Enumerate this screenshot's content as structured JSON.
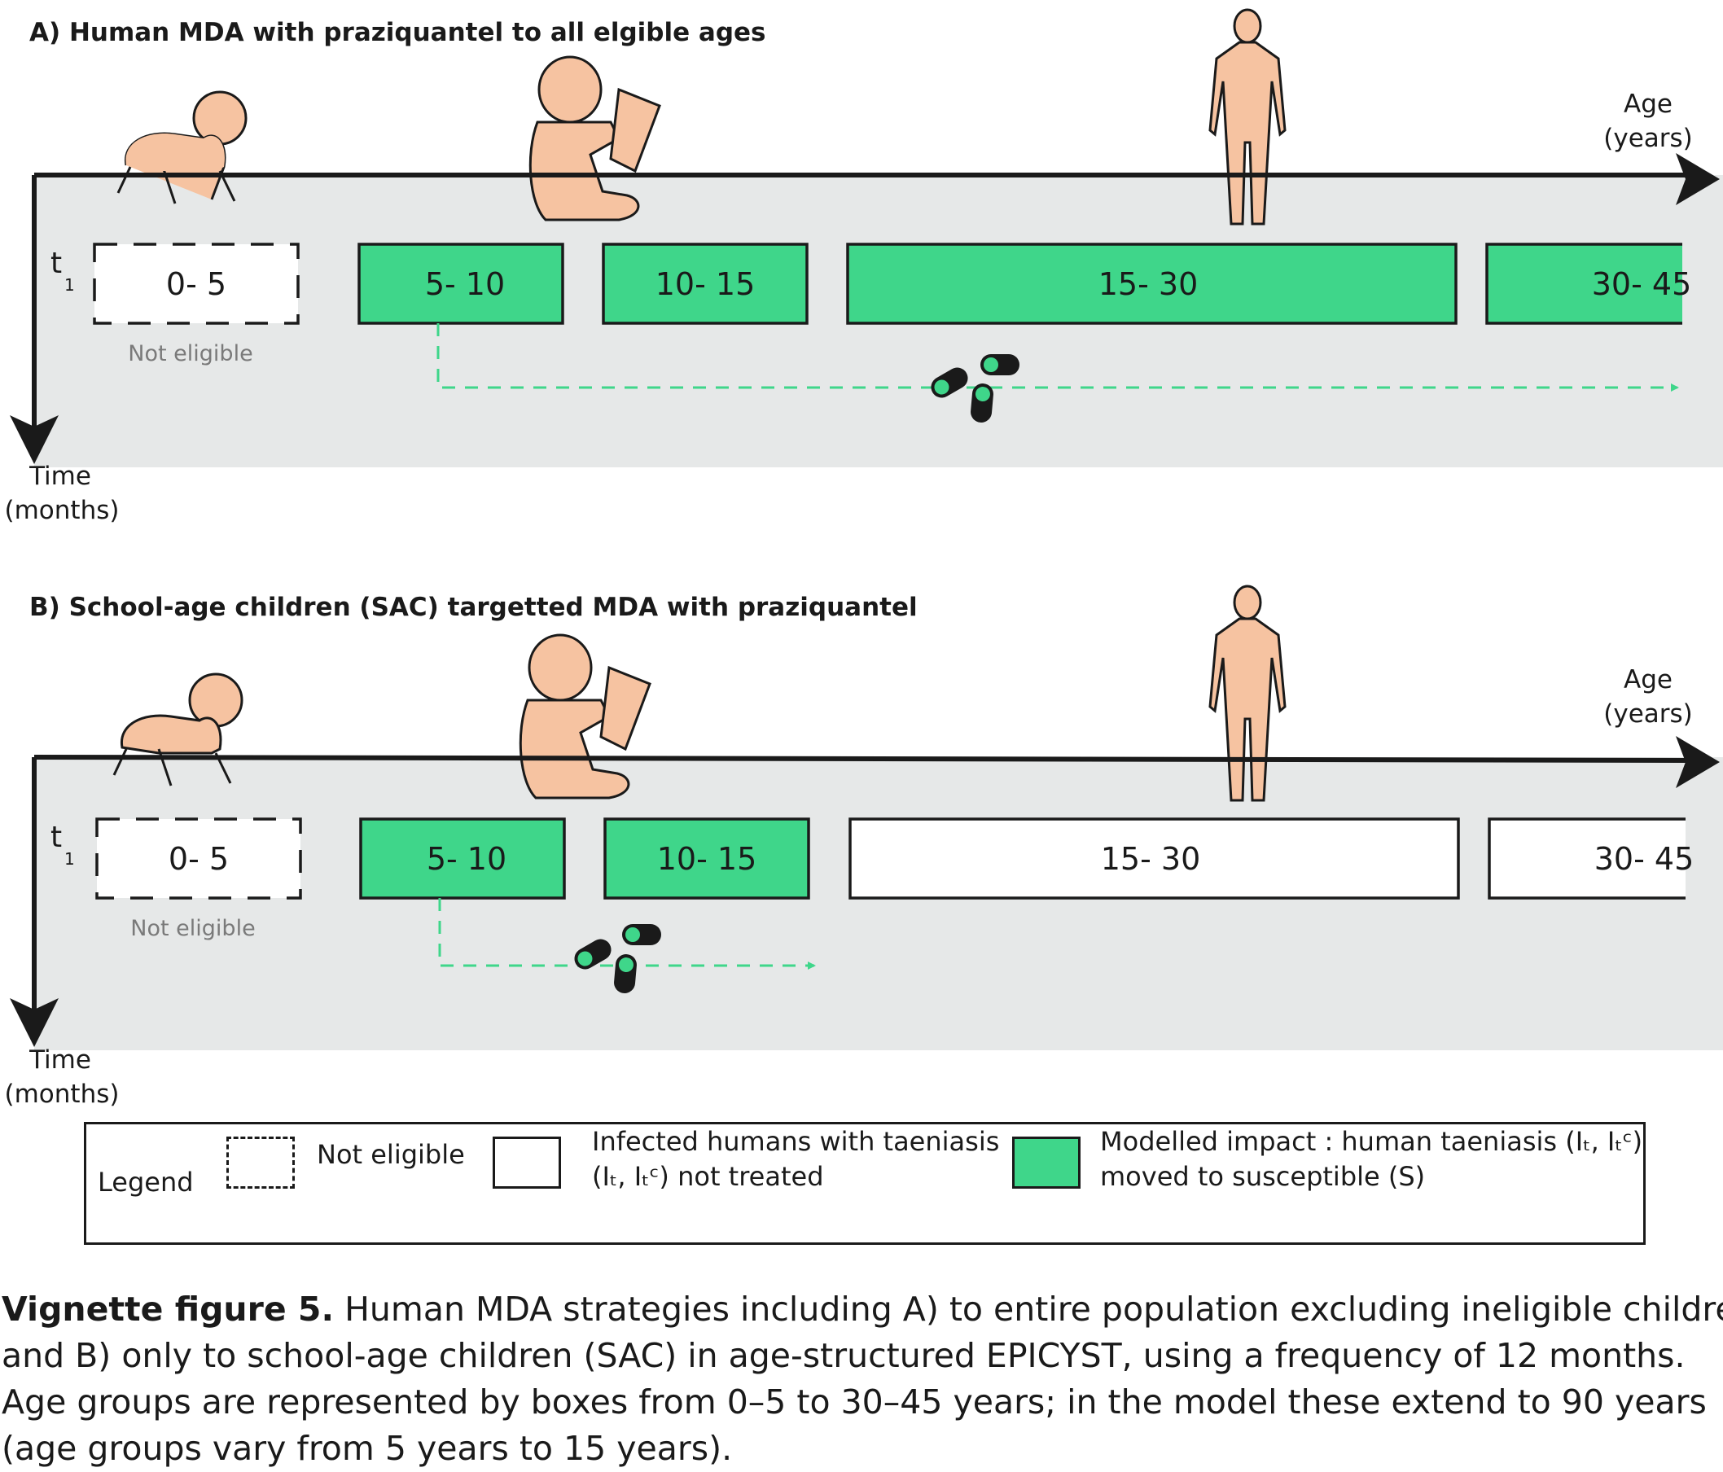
{
  "colors": {
    "panel_bg": "#e6e8e8",
    "treated": "#3fd68a",
    "arrow_dash": "#3fd68a",
    "skin": "#f6c3a1",
    "outline": "#1a1a1a"
  },
  "panel_a": {
    "title": "A) Human MDA with praziquantel to all elgible ages",
    "x_axis_label_1": "Age",
    "x_axis_label_2": "(years)",
    "y_axis_label_1": "Time",
    "y_axis_label_2": "(months)",
    "time_label": "t",
    "time_sub": "1",
    "not_eligible_note": "Not eligible",
    "boxes": [
      {
        "label": "0- 5",
        "state": "not-eligible"
      },
      {
        "label": "5- 10",
        "state": "treated"
      },
      {
        "label": "10- 15",
        "state": "treated"
      },
      {
        "label": "15- 30",
        "state": "treated"
      },
      {
        "label": "30- 45",
        "state": "treated"
      }
    ]
  },
  "panel_b": {
    "title": "B) School-age children (SAC) targetted MDA with praziquantel",
    "x_axis_label_1": "Age",
    "x_axis_label_2": "(years)",
    "y_axis_label_1": "Time",
    "y_axis_label_2": "(months)",
    "time_label": "t",
    "time_sub": "1",
    "not_eligible_note": "Not eligible",
    "boxes": [
      {
        "label": "0- 5",
        "state": "not-eligible"
      },
      {
        "label": "5- 10",
        "state": "treated"
      },
      {
        "label": "10- 15",
        "state": "treated"
      },
      {
        "label": "15- 30",
        "state": "untreated"
      },
      {
        "label": "30- 45",
        "state": "untreated"
      }
    ]
  },
  "legend": {
    "title": "Legend",
    "not_eligible": "Not eligible",
    "untreated_line1": "Infected humans with taeniasis",
    "untreated_line2": "(Iₜ, Iₜᶜ) not treated",
    "treated_line1": "Modelled impact : human taeniasis (Iₜ, Iₜᶜ)",
    "treated_line2": "moved to susceptible (S)"
  },
  "caption": {
    "lead": "Vignette figure 5.",
    "line1": " Human MDA strategies including A) to entire population excluding ineligible children",
    "line2": "and B) only to school-age children (SAC) in age-structured EPICYST, using a frequency of 12 months.",
    "line3": "Age groups are represented by boxes from 0–5 to 30–45 years; in the model these extend to 90 years",
    "line4": "(age groups vary from 5 years to 15 years)."
  }
}
